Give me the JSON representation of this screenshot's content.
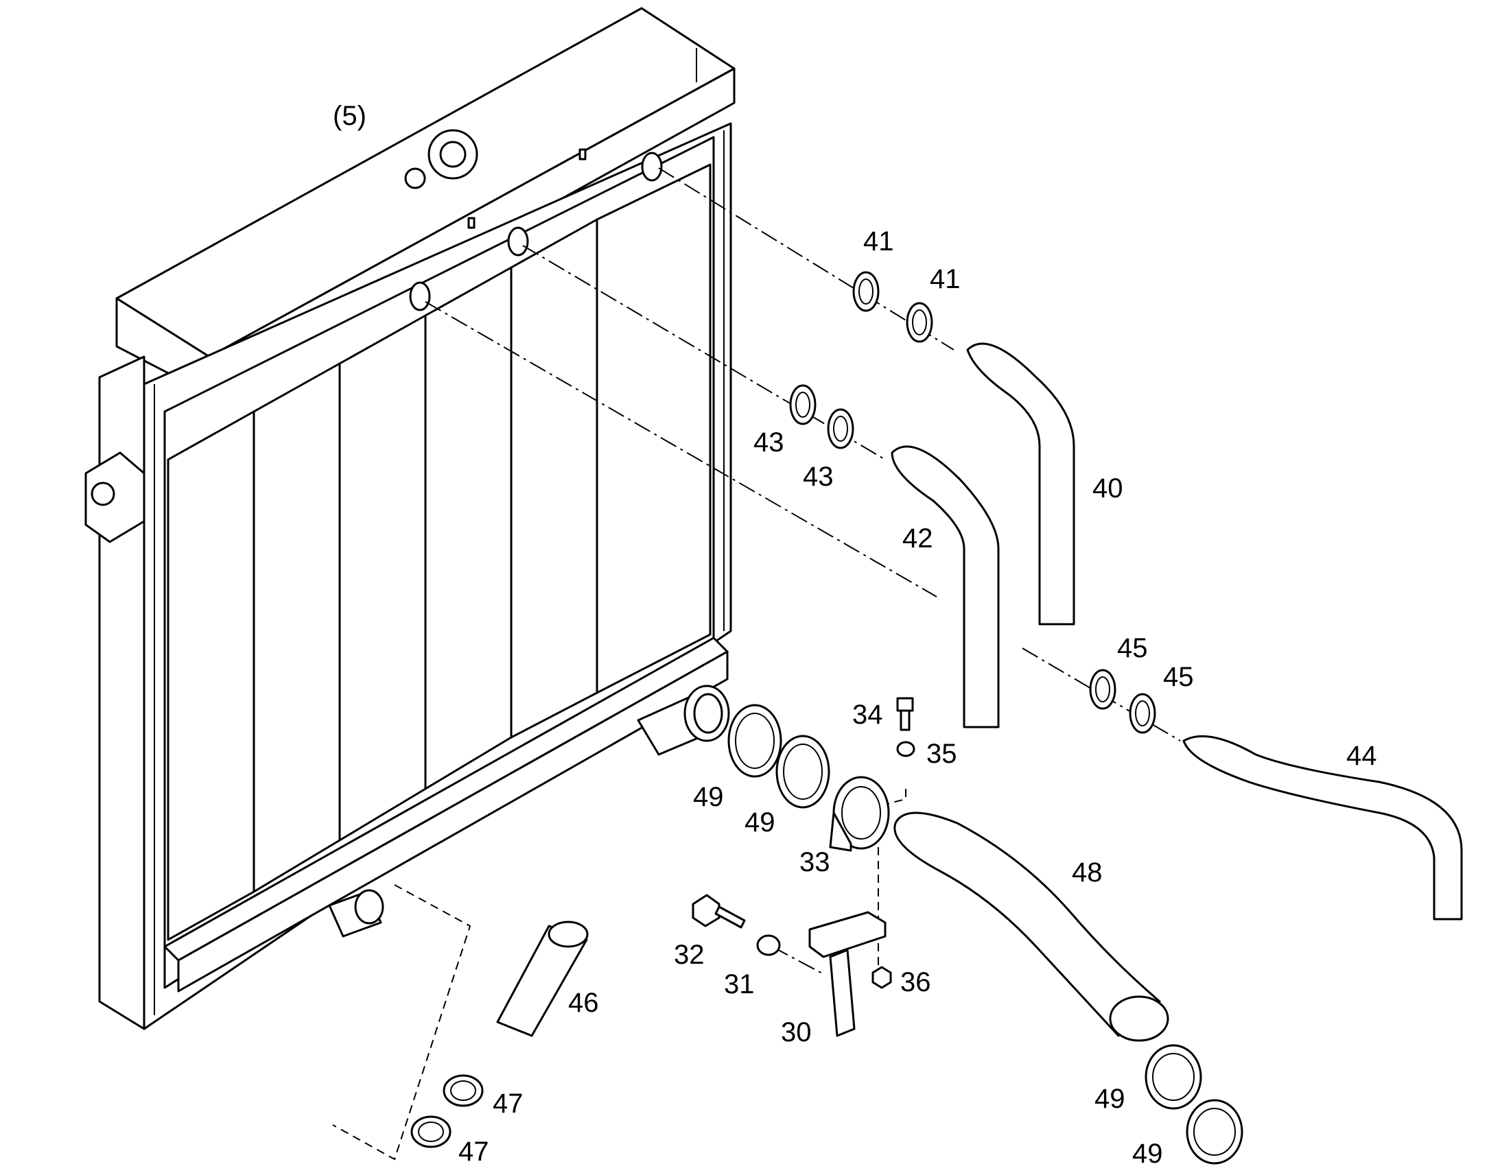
{
  "assembly_label": "(5)",
  "callouts": {
    "c30": "30",
    "c31": "31",
    "c32": "32",
    "c33": "33",
    "c34": "34",
    "c35": "35",
    "c36": "36",
    "c40": "40",
    "c41a": "41",
    "c41b": "41",
    "c42": "42",
    "c43a": "43",
    "c43b": "43",
    "c44": "44",
    "c45a": "45",
    "c45b": "45",
    "c46": "46",
    "c47a": "47",
    "c47b": "47",
    "c48": "48",
    "c49a": "49",
    "c49b": "49",
    "c49c": "49",
    "c49d": "49"
  }
}
